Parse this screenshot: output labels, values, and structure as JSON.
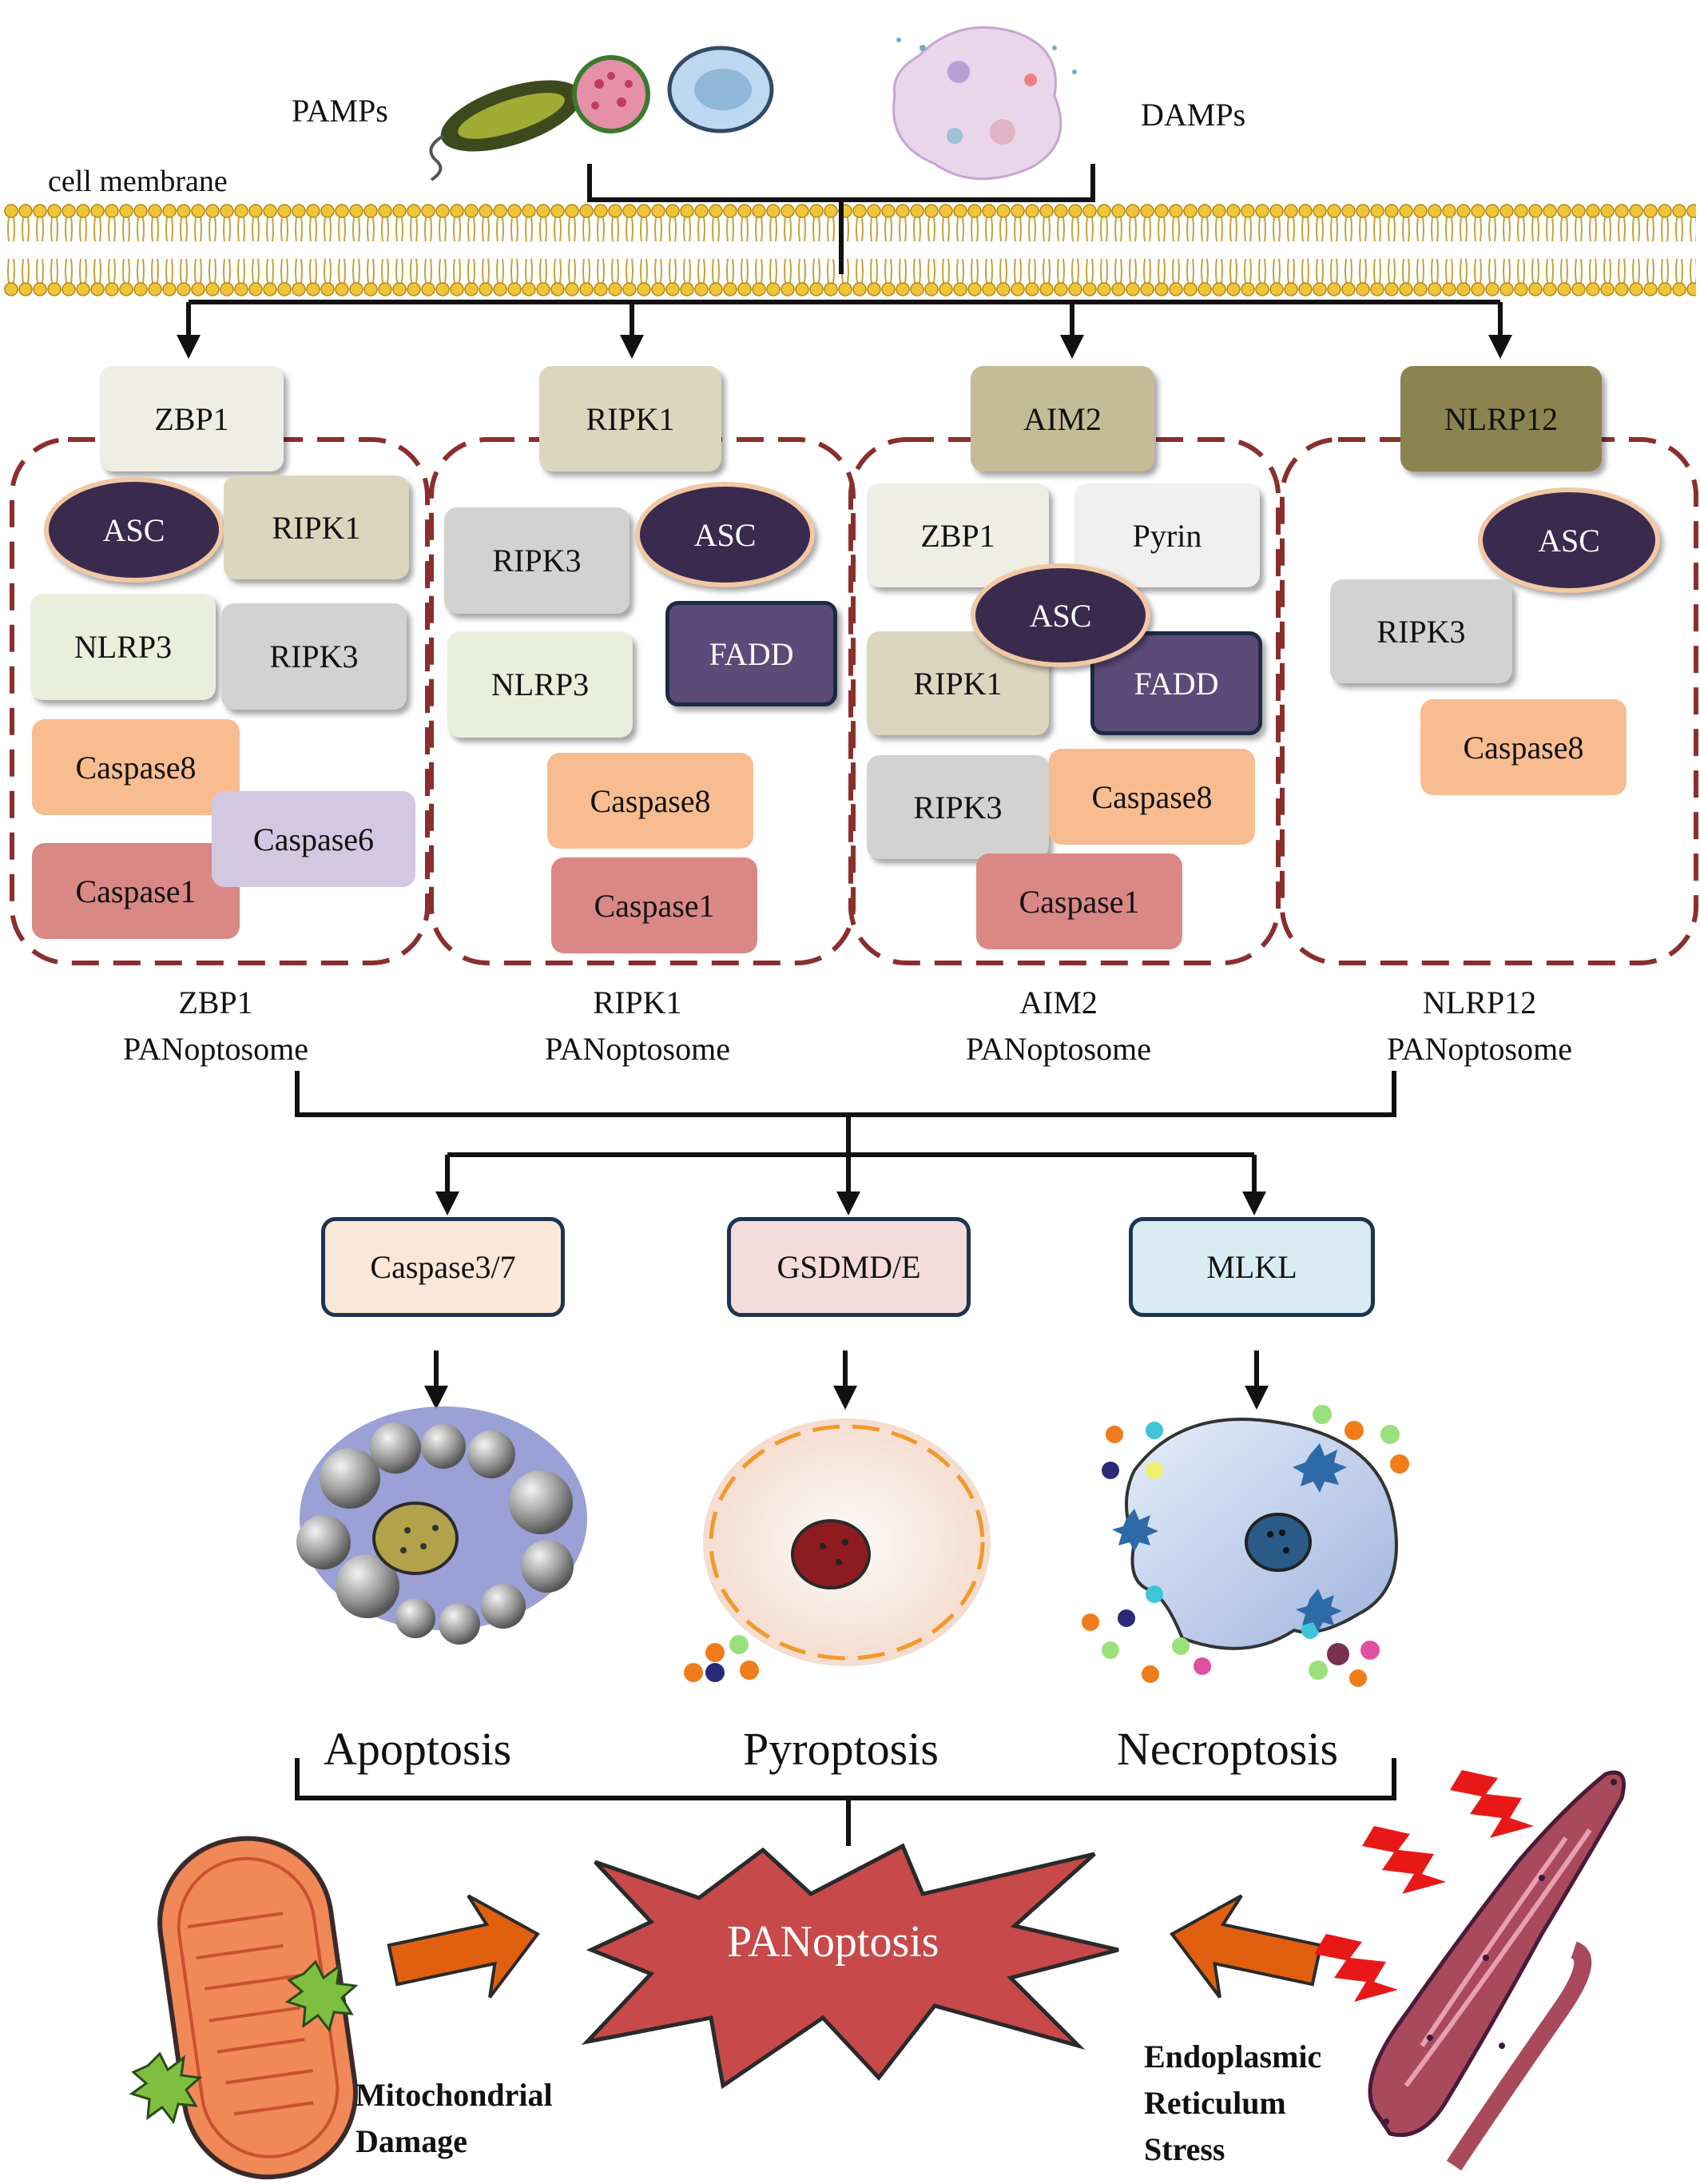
{
  "top": {
    "pamps": "PAMPs",
    "damps": "DAMPs",
    "membrane": "cell membrane"
  },
  "complexes": [
    {
      "caption_top": "ZBP1",
      "caption_bottom": "PANoptosome",
      "sensor": "ZBP1",
      "components": [
        "ASC",
        "RIPK1",
        "NLRP3",
        "RIPK3",
        "Caspase8",
        "Caspase6",
        "Caspase1"
      ]
    },
    {
      "caption_top": "RIPK1",
      "caption_bottom": "PANoptosome",
      "sensor": "RIPK1",
      "components": [
        "RIPK3",
        "ASC",
        "FADD",
        "NLRP3",
        "Caspase8",
        "Caspase1"
      ]
    },
    {
      "caption_top": "AIM2",
      "caption_bottom": "PANoptosome",
      "sensor": "AIM2",
      "components": [
        "ZBP1",
        "Pyrin",
        "ASC",
        "RIPK1",
        "FADD",
        "RIPK3",
        "Caspase8",
        "Caspase1"
      ]
    },
    {
      "caption_top": "NLRP12",
      "caption_bottom": "PANoptosome",
      "sensor": "NLRP12",
      "components": [
        "ASC",
        "RIPK3",
        "Caspase8"
      ]
    }
  ],
  "effectors": [
    "Caspase3/7",
    "GSDMD/E",
    "MLKL"
  ],
  "deaths": [
    "Apoptosis",
    "Pyroptosis",
    "Necroptosis"
  ],
  "center": "PANoptosis",
  "inputs": {
    "left": [
      "Mitochondrial",
      "Damage"
    ],
    "right": [
      "Endoplasmic",
      "Reticulum",
      "Stress"
    ]
  },
  "colors": {
    "frame": "#8b2e2e",
    "asc": "#3a2a4e",
    "fadd": "#5c4a78",
    "caspase8": "#f7bd90",
    "caspase1": "#d98886",
    "caspase6": "#d3c8e2",
    "ripk3": "#d2d2d2",
    "nlrp3": "#eaefdc",
    "star": "#c7494a",
    "arrow_orange": "#e0600f"
  }
}
